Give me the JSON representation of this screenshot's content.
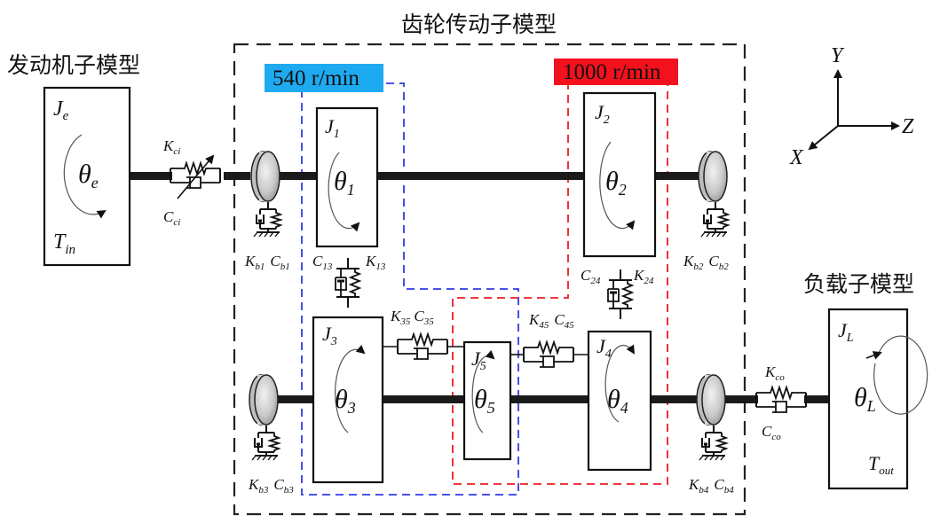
{
  "titles": {
    "gear_model": "齿轮传动子模型",
    "engine_model": "发动机子模型",
    "load_model": "负载子模型"
  },
  "speed_tags": {
    "blue": {
      "text": "540 r/min",
      "color": "#1eaaf1"
    },
    "red": {
      "text": "1000 r/min",
      "color": "#f2111c"
    }
  },
  "axes": {
    "y": "Y",
    "z": "Z",
    "x": "X"
  },
  "engine": {
    "inertia": {
      "main": "J",
      "sub": "e"
    },
    "angle": {
      "main": "θ",
      "sub": "e"
    },
    "torque": {
      "main": "T",
      "sub": "in"
    }
  },
  "coupling_in": {
    "stiffness": {
      "main": "K",
      "sub": "ci"
    },
    "damping": {
      "main": "C",
      "sub": "ci"
    }
  },
  "coupling_out": {
    "stiffness": {
      "main": "K",
      "sub": "co"
    },
    "damping": {
      "main": "C",
      "sub": "co"
    }
  },
  "load": {
    "inertia": {
      "main": "J",
      "sub": "L"
    },
    "angle": {
      "main": "θ",
      "sub": "L"
    },
    "torque": {
      "main": "T",
      "sub": "out"
    }
  },
  "gears": {
    "g1": {
      "inertia": {
        "main": "J",
        "sub": "1"
      },
      "angle": {
        "main": "θ",
        "sub": "1"
      }
    },
    "g2": {
      "inertia": {
        "main": "J",
        "sub": "2"
      },
      "angle": {
        "main": "θ",
        "sub": "2"
      }
    },
    "g3": {
      "inertia": {
        "main": "J",
        "sub": "3"
      },
      "angle": {
        "main": "θ",
        "sub": "3"
      }
    },
    "g4": {
      "inertia": {
        "main": "J",
        "sub": "4"
      },
      "angle": {
        "main": "θ",
        "sub": "4"
      }
    },
    "g5": {
      "inertia": {
        "main": "J",
        "sub": "5"
      },
      "angle": {
        "main": "θ",
        "sub": "5"
      }
    }
  },
  "bearings": {
    "b1": {
      "k": {
        "main": "K",
        "sub": "b1"
      },
      "c": {
        "main": "C",
        "sub": "b1"
      }
    },
    "b2": {
      "k": {
        "main": "K",
        "sub": "b2"
      },
      "c": {
        "main": "C",
        "sub": "b2"
      }
    },
    "b3": {
      "k": {
        "main": "K",
        "sub": "b3"
      },
      "c": {
        "main": "C",
        "sub": "b3"
      }
    },
    "b4": {
      "k": {
        "main": "K",
        "sub": "b4"
      },
      "c": {
        "main": "C",
        "sub": "b4"
      }
    }
  },
  "meshes": {
    "m13": {
      "c": {
        "main": "C",
        "sub": "13"
      },
      "k": {
        "main": "K",
        "sub": "13"
      }
    },
    "m24": {
      "c": {
        "main": "C",
        "sub": "24"
      },
      "k": {
        "main": "K",
        "sub": "24"
      }
    },
    "m35": {
      "k": {
        "main": "K",
        "sub": "35"
      },
      "c": {
        "main": "C",
        "sub": "35"
      }
    },
    "m45": {
      "k": {
        "main": "K",
        "sub": "45"
      },
      "c": {
        "main": "C",
        "sub": "45"
      }
    }
  }
}
